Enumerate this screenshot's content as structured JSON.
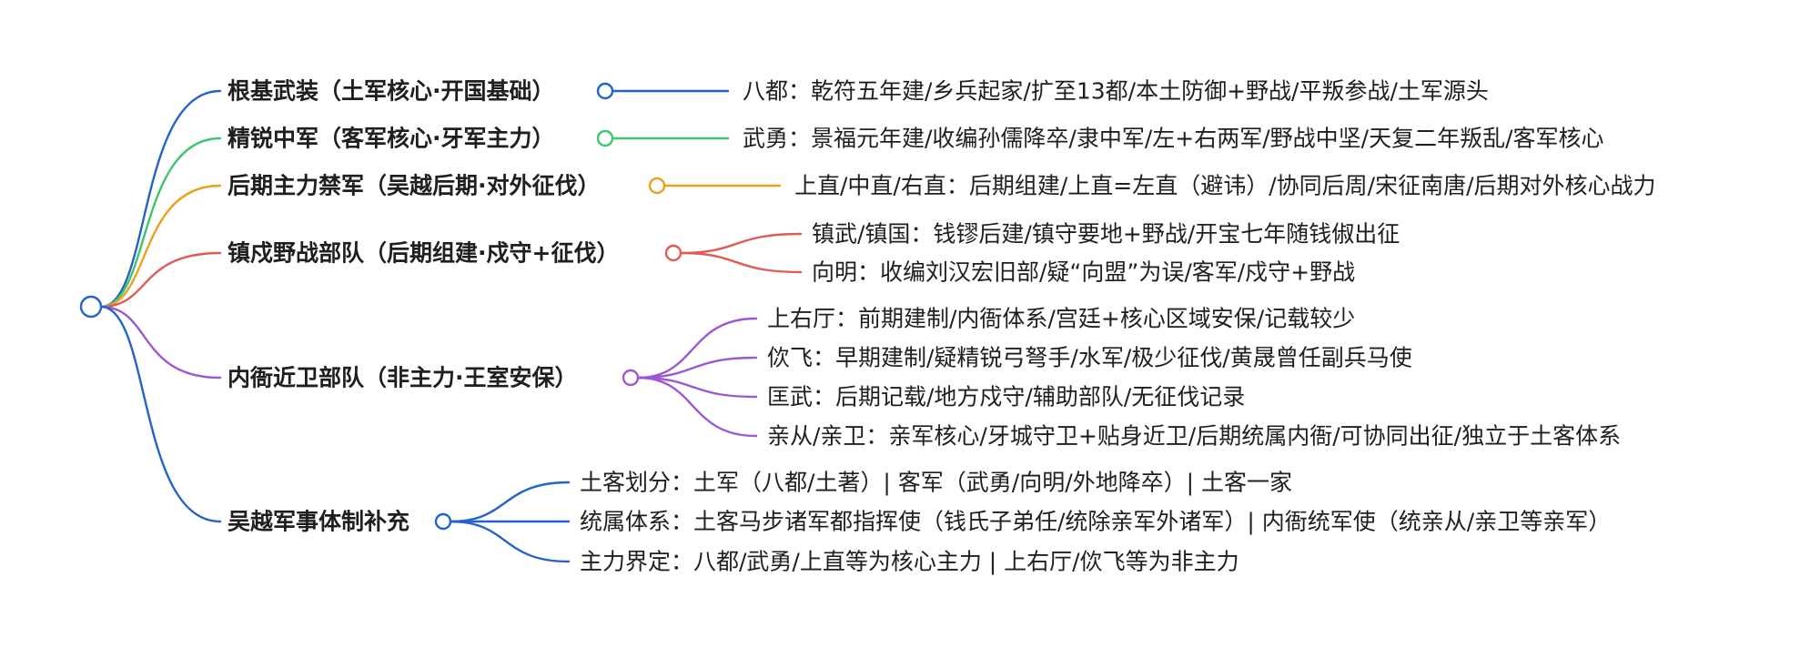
{
  "mindmap": {
    "branches": [
      {
        "label": "根基武装（土军核心·开国基础）",
        "color": "#2463c7",
        "leaves": [
          "八都：乾符五年建/乡兵起家/扩至13都/本土防御+野战/平叛参战/土军源头"
        ]
      },
      {
        "label": "精锐中军（客军核心·牙军主力）",
        "color": "#3ec46d",
        "leaves": [
          "武勇：景福元年建/收编孙儒降卒/隶中军/左+右两军/野战中坚/天复二年叛乱/客军核心"
        ]
      },
      {
        "label": "后期主力禁军（吴越后期·对外征伐）",
        "color": "#e8a21e",
        "leaves": [
          "上直/中直/右直：后期组建/上直=左直（避讳）/协同后周/宋征南唐/后期对外核心战力"
        ]
      },
      {
        "label": "镇戍野战部队（后期组建·戍守+征伐）",
        "color": "#e05a56",
        "leaves": [
          "镇武/镇国：钱镠后建/镇守要地+野战/开宝七年随钱俶出征",
          "向明：收编刘汉宏旧部/疑“向盟”为误/客军/戍守+野战"
        ]
      },
      {
        "label": "内衙近卫部队（非主力·王室安保）",
        "color": "#9b59d0",
        "leaves": [
          "上右厅：前期建制/内衙体系/宫廷+核心区域安保/记载较少",
          "佽飞：早期建制/疑精锐弓弩手/水军/极少征伐/黄晟曾任副兵马使",
          "匡武：后期记载/地方戍守/辅助部队/无征伐记录",
          "亲从/亲卫：亲军核心/牙城守卫+贴身近卫/后期统属内衙/可协同出征/独立于土客体系"
        ]
      },
      {
        "label": "吴越军事体制补充",
        "color": "#2463c7",
        "leaves": [
          "土客划分：土军（八都/土著）| 客军（武勇/向明/外地降卒）| 土客一家",
          "统属体系：土客马步诸军都指挥使（钱氏子弟任/统除亲军外诸军）| 内衙统军使（统亲从/亲卫等亲军）",
          "主力界定：八都/武勇/上直等为核心主力 | 上右厅/佽飞等为非主力"
        ]
      }
    ]
  }
}
